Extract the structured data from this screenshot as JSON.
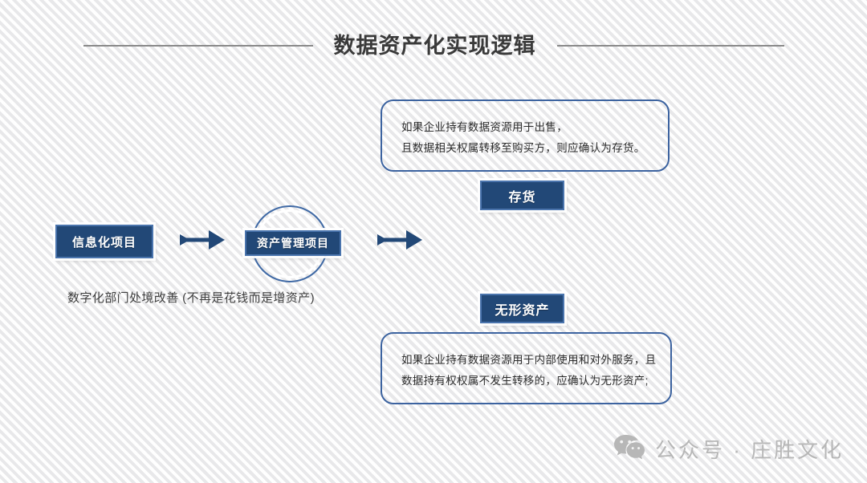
{
  "header": {
    "title": "数据资产化实现逻辑",
    "rule_color": "#8a8a8a"
  },
  "theme": {
    "navy": "#224877",
    "border_blue": "#4a74ad",
    "callout_blue": "#3c63a0",
    "arrow_blue": "#224877",
    "text_dark": "#2c2c2c",
    "watermark_gray": "#b7b7b7"
  },
  "flow": {
    "step_1": {
      "label": "信息化项目"
    },
    "step_2": {
      "label": "资产管理项目"
    },
    "arrow_1": {
      "icon": "right-block-arrow-icon"
    },
    "arrow_2": {
      "icon": "right-block-arrow-icon"
    },
    "caption": "数字化部门处境改善 (不再是花钱而是增资产)"
  },
  "branches": [
    {
      "badge": "存货",
      "callout_lines": [
        "如果企业持有数据资源用于出售，",
        "且数据相关权属转移至购买方，则应确认为存货。"
      ]
    },
    {
      "badge": "无形资产",
      "callout_lines": [
        "如果企业持有数据资源用于内部使用和对外服务，且",
        "数据持有权权属不发生转移的，应确认为无形资产;"
      ]
    }
  ],
  "watermark": {
    "icon": "wechat-icon",
    "text": "公众号 · 庄胜文化"
  }
}
